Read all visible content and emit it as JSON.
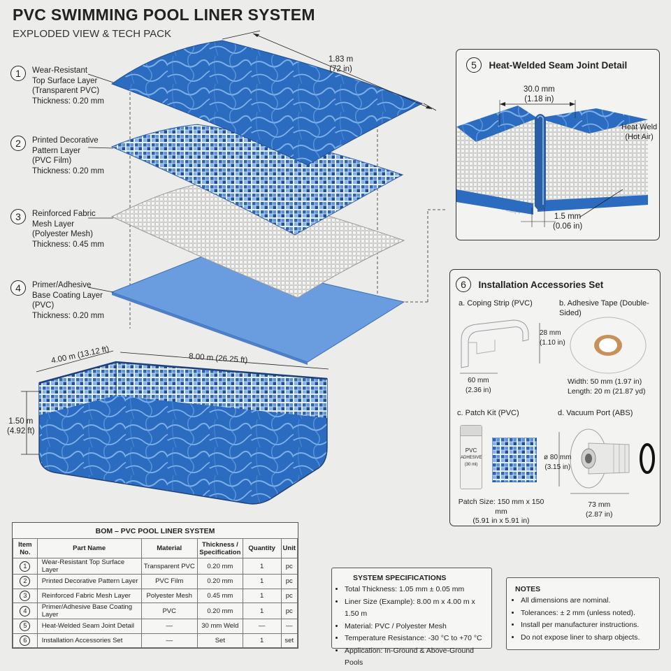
{
  "header": {
    "title": "PVC SWIMMING POOL LINER SYSTEM",
    "subtitle": "EXPLODED VIEW & TECH PACK"
  },
  "layers": [
    {
      "num": "1",
      "lines": [
        "Wear-Resistant",
        "Top Surface Layer",
        "(Transparent PVC)",
        "Thickness: 0.20 mm"
      ]
    },
    {
      "num": "2",
      "lines": [
        "Printed Decorative",
        "Pattern Layer",
        "(PVC Film)",
        "Thickness: 0.20 mm"
      ]
    },
    {
      "num": "3",
      "lines": [
        "Reinforced Fabric",
        "Mesh Layer",
        "(Polyester Mesh)",
        "Thickness: 0.45 mm"
      ]
    },
    {
      "num": "4",
      "lines": [
        "Primer/Adhesive",
        "Base Coating Layer",
        "(PVC)",
        "Thickness: 0.20 mm"
      ]
    }
  ],
  "sheet_width": {
    "m": "1.83 m",
    "in": "(72 in)"
  },
  "pool": {
    "width": "4.00 m (13.12 ft)",
    "length": "8.00 m (26.25 ft)",
    "depth_m": "1.50 m",
    "depth_ft": "(4.92 ft)"
  },
  "seam": {
    "num": "5",
    "title": "Heat-Welded Seam Joint Detail",
    "overlap_mm": "30.0 mm",
    "overlap_in": "(1.18 in)",
    "weld_label_1": "Heat Weld",
    "weld_label_2": "(Hot Air)",
    "thk_mm": "1.5 mm",
    "thk_in": "(0.06 in)"
  },
  "accessories": {
    "num": "6",
    "title": "Installation Accessories Set",
    "coping": {
      "label": "a. Coping Strip (PVC)",
      "h_mm": "28 mm",
      "h_in": "(1.10 in)",
      "w_mm": "60 mm",
      "w_in": "(2.36 in)"
    },
    "tape": {
      "label": "b. Adhesive Tape (Double-Sided)",
      "width": "Width: 50 mm (1.97 in)",
      "length": "Length: 20 m (21.87 yd)"
    },
    "patch": {
      "label": "c. Patch Kit (PVC)",
      "tube_1": "PVC",
      "tube_2": "ADHESIVE",
      "tube_3": "(30 ml)",
      "size_1": "Patch Size: 150 mm x 150 mm",
      "size_2": "(5.91 in x 5.91 in)"
    },
    "port": {
      "label": "d. Vacuum Port (ABS)",
      "dia_mm": "ø 80 mm",
      "dia_in": "(3.15 in)",
      "len_mm": "73 mm",
      "len_in": "(2.87 in)"
    }
  },
  "bom": {
    "title": "BOM – PVC POOL LINER SYSTEM",
    "headers": [
      "Item No.",
      "Part Name",
      "Material",
      "Thickness / Specification",
      "Quantity",
      "Unit"
    ],
    "rows": [
      {
        "no": "1",
        "name": "Wear-Resistant Top Surface Layer",
        "material": "Transparent PVC",
        "spec": "0.20 mm",
        "qty": "1",
        "unit": "pc"
      },
      {
        "no": "2",
        "name": "Printed Decorative Pattern Layer",
        "material": "PVC Film",
        "spec": "0.20 mm",
        "qty": "1",
        "unit": "pc"
      },
      {
        "no": "3",
        "name": "Reinforced Fabric Mesh Layer",
        "material": "Polyester Mesh",
        "spec": "0.45 mm",
        "qty": "1",
        "unit": "pc"
      },
      {
        "no": "4",
        "name": "Primer/Adhesive Base Coating Layer",
        "material": "PVC",
        "spec": "0.20 mm",
        "qty": "1",
        "unit": "pc"
      },
      {
        "no": "5",
        "name": "Heat-Welded Seam Joint Detail",
        "material": "—",
        "spec": "30 mm Weld",
        "qty": "—",
        "unit": "—"
      },
      {
        "no": "6",
        "name": "Installation Accessories Set",
        "material": "—",
        "spec": "Set",
        "qty": "1",
        "unit": "set"
      }
    ]
  },
  "specs": {
    "title": "SYSTEM SPECIFICATIONS",
    "items": [
      "Total Thickness: 1.05 mm ± 0.05 mm",
      "Liner Size (Example): 8.00 m x 4.00 m x 1.50 m",
      "Material: PVC / Polyester Mesh",
      "Temperature Resistance:  -30 °C to +70 °C",
      "Application:  In-Ground & Above-Ground Pools"
    ]
  },
  "notes": {
    "title": "NOTES",
    "items": [
      "All dimensions are nominal.",
      "Tolerances:  ± 2 mm (unless noted).",
      "Install per manufacturer instructions.",
      "Do not expose liner to sharp objects."
    ]
  }
}
